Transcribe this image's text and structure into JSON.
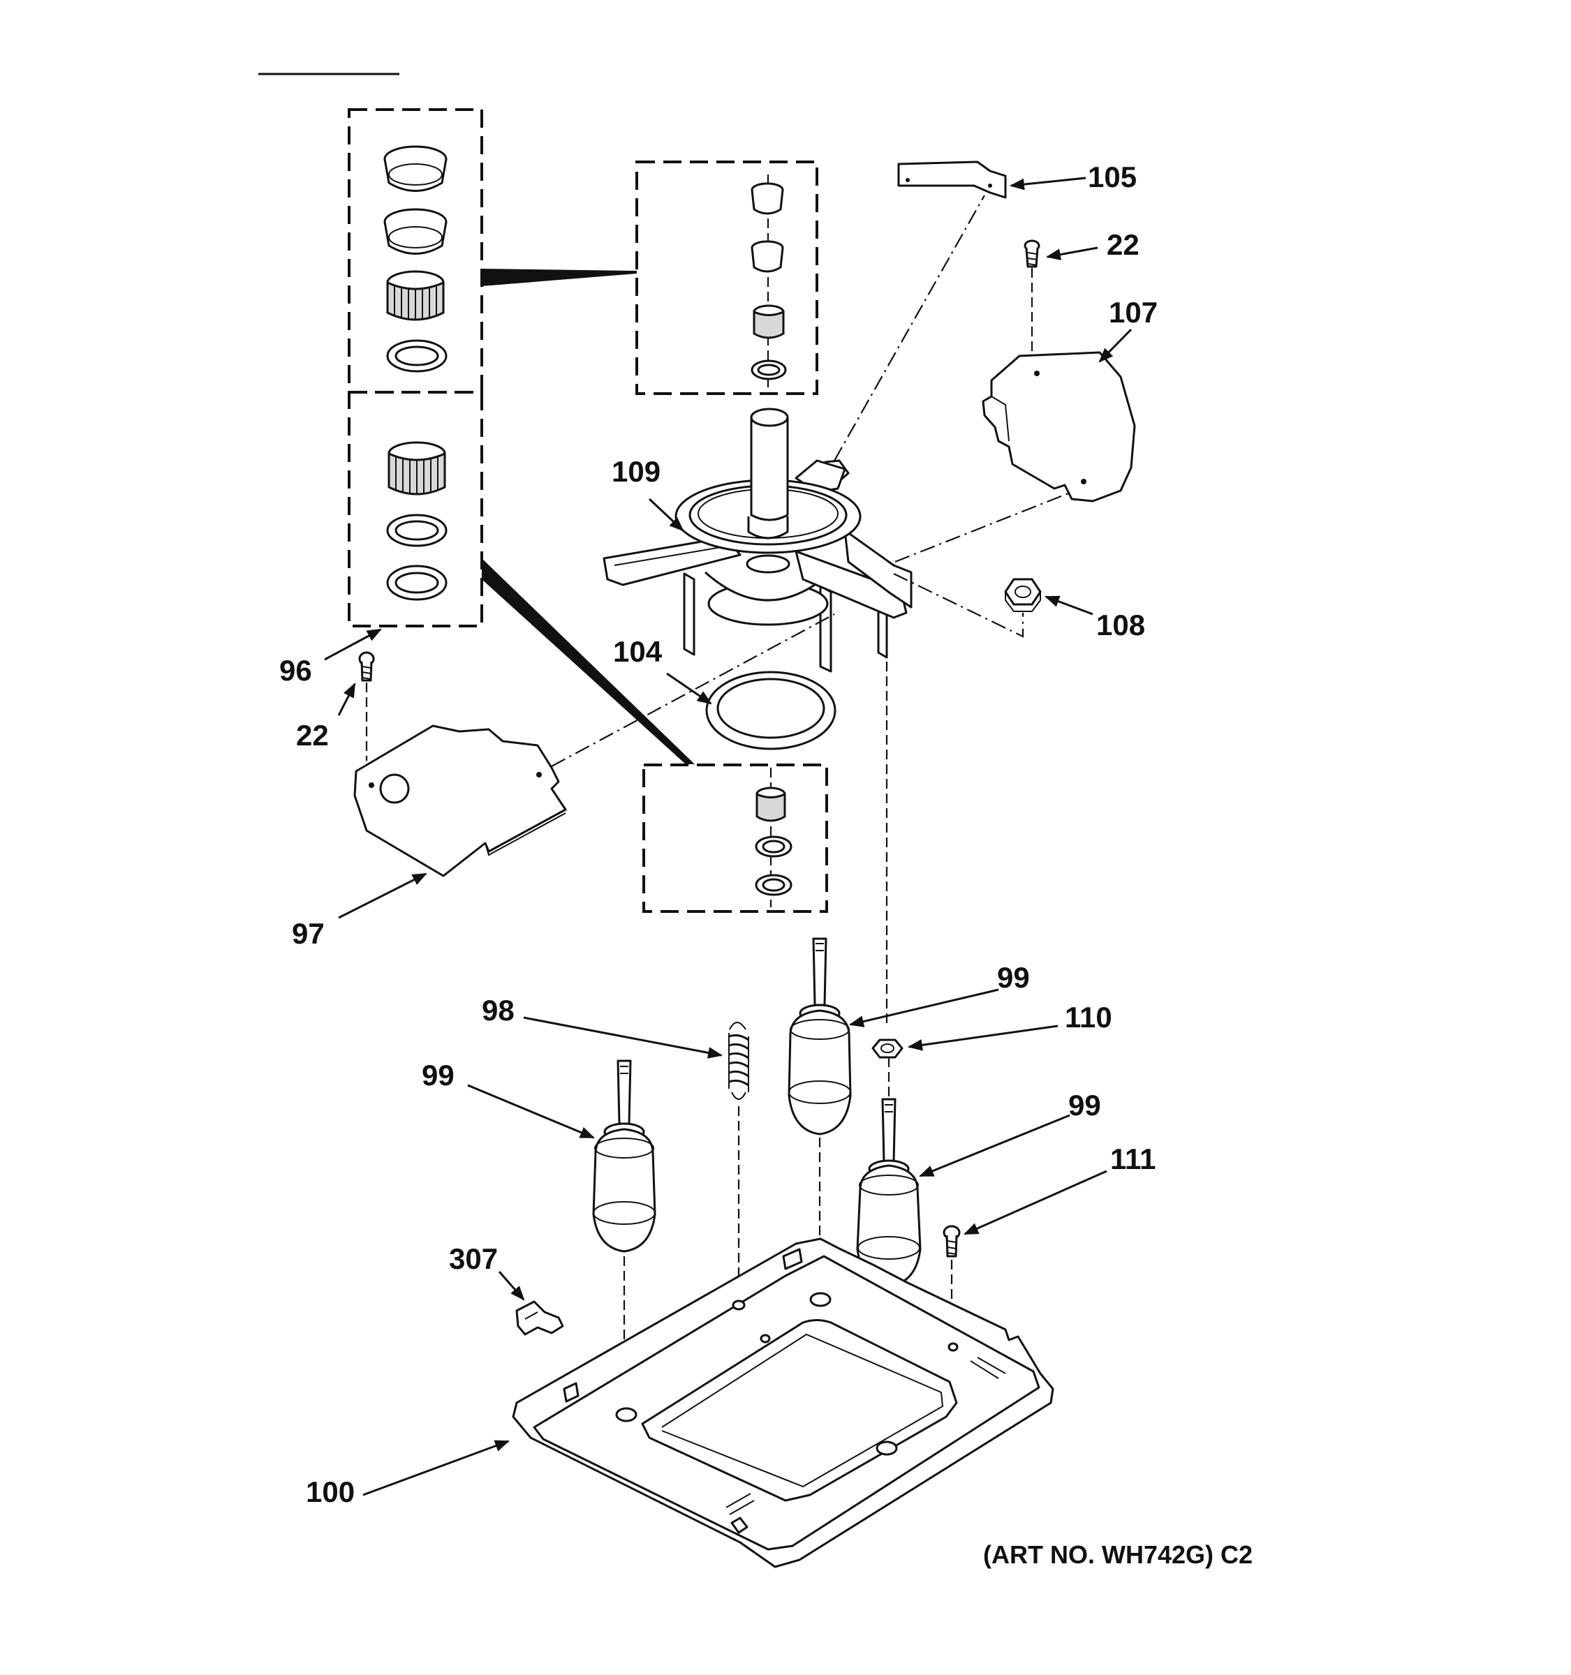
{
  "callouts": {
    "c105": "105",
    "c22_top": "22",
    "c107": "107",
    "c109": "109",
    "c108": "108",
    "c96": "96",
    "c22_left": "22",
    "c104": "104",
    "c97": "97",
    "c99_mid": "99",
    "c110": "110",
    "c98": "98",
    "c99_left": "99",
    "c99_right": "99",
    "c111": "111",
    "c307": "307",
    "c100": "100"
  },
  "art_number": "(ART NO. WH742G) C2"
}
